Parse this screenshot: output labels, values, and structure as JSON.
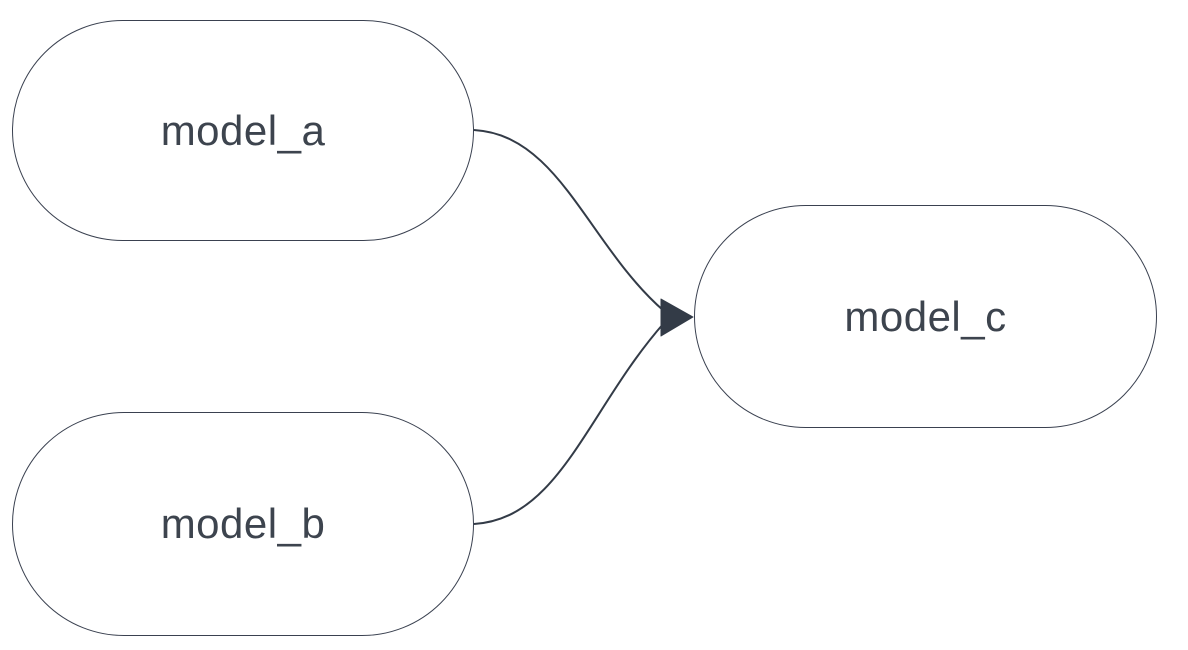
{
  "diagram": {
    "type": "dag",
    "direction": "left-to-right",
    "nodes": [
      {
        "id": "model_a",
        "label": "model_a"
      },
      {
        "id": "model_b",
        "label": "model_b"
      },
      {
        "id": "model_c",
        "label": "model_c"
      }
    ],
    "edges": [
      {
        "from": "model_a",
        "to": "model_c"
      },
      {
        "from": "model_b",
        "to": "model_c"
      }
    ]
  },
  "colors": {
    "background": "#ffffff",
    "node-fill": "#ffffff",
    "node-border": "#3a4150",
    "edge": "#333b47",
    "arrow": "#333b47",
    "label": "#3d444e"
  }
}
